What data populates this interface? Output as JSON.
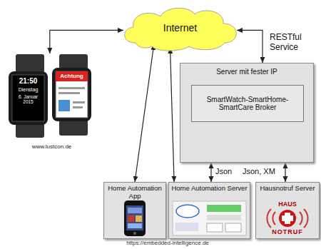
{
  "diagram": {
    "nodes": [
      {
        "text": [
          "Internet"
        ]
      },
      {
        "text": [
          "www.lustcon.de"
        ]
      },
      {
        "text": [
          "Server mit fester IP"
        ]
      },
      {
        "text": [
          "SmartWatch-SmartHome-SmartCare Broker"
        ],
        "in": 2
      },
      {
        "text": [
          "Home Automation App"
        ]
      },
      {
        "text": [
          "Home Automation Server"
        ]
      },
      {
        "text": [
          "Hausnotruf Server"
        ]
      }
    ],
    "edges": [
      {
        "from": 0,
        "to": 1,
        "arrow": "both"
      },
      {
        "from": 0,
        "to": 2,
        "arrow": "both",
        "label": "RESTful Service"
      },
      {
        "from": 0,
        "to": 4,
        "arrow": "both"
      },
      {
        "from": 0,
        "to": 5,
        "arrow": "both"
      },
      {
        "from": 2,
        "to": 5,
        "arrow": "both",
        "label": "Json"
      },
      {
        "from": 2,
        "to": 6,
        "arrow": "both",
        "label": "Json, XM"
      }
    ],
    "labels": [
      "21:50",
      "Dienstag",
      "6. Januar 2015",
      "Achtung",
      "HAUS",
      "NOTRUF",
      "https://embedded-intelligence.de"
    ]
  }
}
